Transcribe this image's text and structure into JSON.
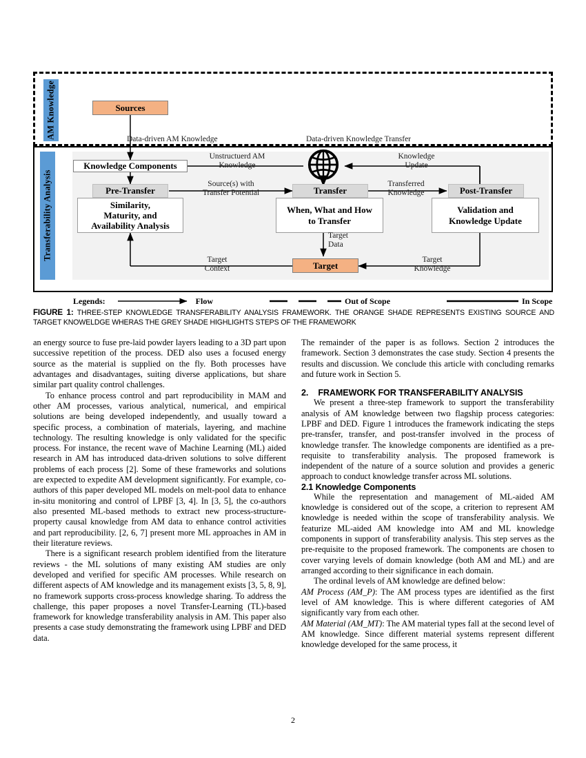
{
  "figure": {
    "bands": {
      "am_knowledge_label": "AM Knowledge",
      "transferability_label": "Transferability Analysis"
    },
    "nodes": {
      "sources": "Sources",
      "am_knowledge": "AM Knowledge",
      "knowledge_components": "Knowledge Components",
      "pre_transfer": "Pre-Transfer",
      "pre_transfer_detail": "Similarity,\nMaturity, and\nAvailability Analysis",
      "transfer": "Transfer",
      "transfer_detail": "When, What and How\nto Transfer",
      "post_transfer": "Post-Transfer",
      "post_transfer_detail": "Validation and\nKnowledge Update",
      "target": "Target"
    },
    "edge_labels": {
      "unstructured_am_knowledge": "Unstructuerd AM\nKnowledge",
      "knowledge_update": "Knowledge\nUpdate",
      "data_driven_am_knowledge": "Data-driven AM Knowledge",
      "data_driven_knowledge_transfer": "Data-driven Knowledge Transfer",
      "sources_with_transfer_potential": "Source(s) with\nTransfer Potential",
      "transferred_knowledge": "Transferred\nKnowledge",
      "target_data": "Target\nData",
      "target_context": "Target\nContext",
      "target_knowledge": "Target\nKnowledge"
    },
    "legend": {
      "title": "Legends:",
      "items": [
        {
          "label": "Flow",
          "style": "arrow"
        },
        {
          "label": "Out of Scope",
          "style": "dashed"
        },
        {
          "label": "In Scope",
          "style": "solid"
        }
      ]
    },
    "colors": {
      "orange": "#F4B183",
      "blue": "#5B9BD5",
      "grey_node": "#D9D9D9",
      "grey_band": "#F2F2F2"
    },
    "icons": {
      "globe": "globe-icon"
    }
  },
  "caption": {
    "figure_number": "FIGURE 1:",
    "text": " THREE-STEP KNOWLEDGE TRANSFERABILITY ANALYSIS FRAMEWORK. THE ORANGE SHADE REPRESENTS EXISTING SOURCE AND TARGET KNOWELDGE WHERAS THE GREY SHADE HIGHLIGHTS STEPS OF THE FRAMEWORK"
  },
  "left_column": {
    "p1": "an energy source to fuse pre-laid powder layers leading to a 3D part upon successive repetition of the process. DED also uses a focused energy source as the material is supplied on the fly. Both processes have advantages and disadvantages, suiting diverse applications, but share similar part quality control challenges.",
    "p2": "To enhance process control and part reproducibility in MAM and other AM processes, various analytical, numerical, and empirical solutions are being developed independently, and usually toward a specific process, a combination of materials, layering, and machine technology. The resulting knowledge is only validated for the specific process. For instance, the recent wave of Machine Learning (ML) aided research in AM has introduced data-driven solutions to solve different problems of each process [2]. Some of these frameworks and solutions are expected to expedite AM development significantly. For example, co-authors of this paper developed ML models on melt-pool data to enhance in-situ monitoring and control of LPBF [3, 4]. In [3, 5], the co-authors also presented ML-based methods to extract new process-structure-property causal knowledge from AM data to enhance control activities and part reproducibility. [2, 6, 7] present more ML approaches in AM in their literature reviews.",
    "p3": "There is a significant research problem identified from the literature reviews - the ML solutions of many existing AM studies are only developed and verified for specific AM processes. While research on different aspects of AM knowledge and its management exists [3, 5, 8, 9], no framework supports cross-process knowledge sharing. To address the challenge, this paper proposes a novel Transfer-Learning (TL)-based framework for knowledge transferability analysis in AM. This paper also presents a case study demonstrating the framework using LPBF and DED data."
  },
  "right_column": {
    "p1": "The remainder of the paper is as follows. Section 2 introduces the framework. Section 3 demonstrates the case study. Section 4 presents the results and discussion. We conclude this article with concluding remarks and future work in Section 5.",
    "section2_number": "2.",
    "section2_title": "FRAMEWORK FOR TRANSFERABILITY ANALYSIS",
    "p2": "We present a three-step framework to support the transferability analysis of AM knowledge between two flagship process categories: LPBF and DED. Figure 1 introduces the framework indicating the steps pre-transfer, transfer, and post-transfer involved in the process of knowledge transfer. The knowledge components are identified as a pre-requisite to transferability analysis. The proposed framework is independent of the nature of a source solution and provides a generic approach to conduct knowledge transfer across ML solutions.",
    "section21_title": "2.1 Knowledge Components",
    "p3": "While the representation and management of ML-aided AM knowledge is considered out of the scope, a criterion to represent AM knowledge is needed within the scope of transferability analysis. We featurize ML-aided AM knowledge into AM and ML knowledge components in support of transferability analysis. This step serves as the pre-requisite to the proposed framework. The components are chosen to cover varying levels of domain knowledge (both AM and ML) and are arranged according to their significance in each domain.",
    "p4": "The ordinal levels of AM knowledge are defined below:",
    "def1_term": "AM Process (AM_P)",
    "def1_text": ": The AM process types are identified as the first level of AM knowledge. This is where different categories of AM significantly vary from each other.",
    "def2_term": "AM Material (AM_MT)",
    "def2_text": ": The AM material types fall at the second level of AM knowledge. Since different material systems represent different knowledge developed for the same process, it"
  },
  "footer": {
    "page_number": "2"
  }
}
